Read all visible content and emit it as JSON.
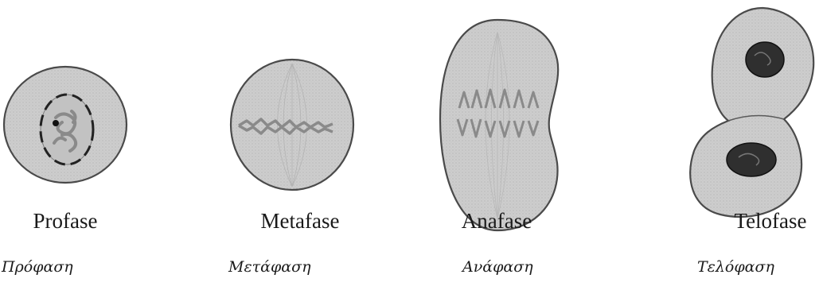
{
  "phases": [
    {
      "id": "prophase",
      "label": "Profase",
      "greek": "Πρόφαση"
    },
    {
      "id": "metaphase",
      "label": "Metafase",
      "greek": "Μετάφαση"
    },
    {
      "id": "anaphase",
      "label": "Anafase",
      "greek": "Ανάφαση"
    },
    {
      "id": "telophase",
      "label": "Telofase",
      "greek": "Τελόφαση"
    }
  ],
  "colors": {
    "cytoplasm": "#c9c9c9",
    "outline": "#4a4a4a",
    "chromosome": "#8a8a8a",
    "nucleus": "#2f2f2f",
    "text": "#1a1a1a"
  }
}
